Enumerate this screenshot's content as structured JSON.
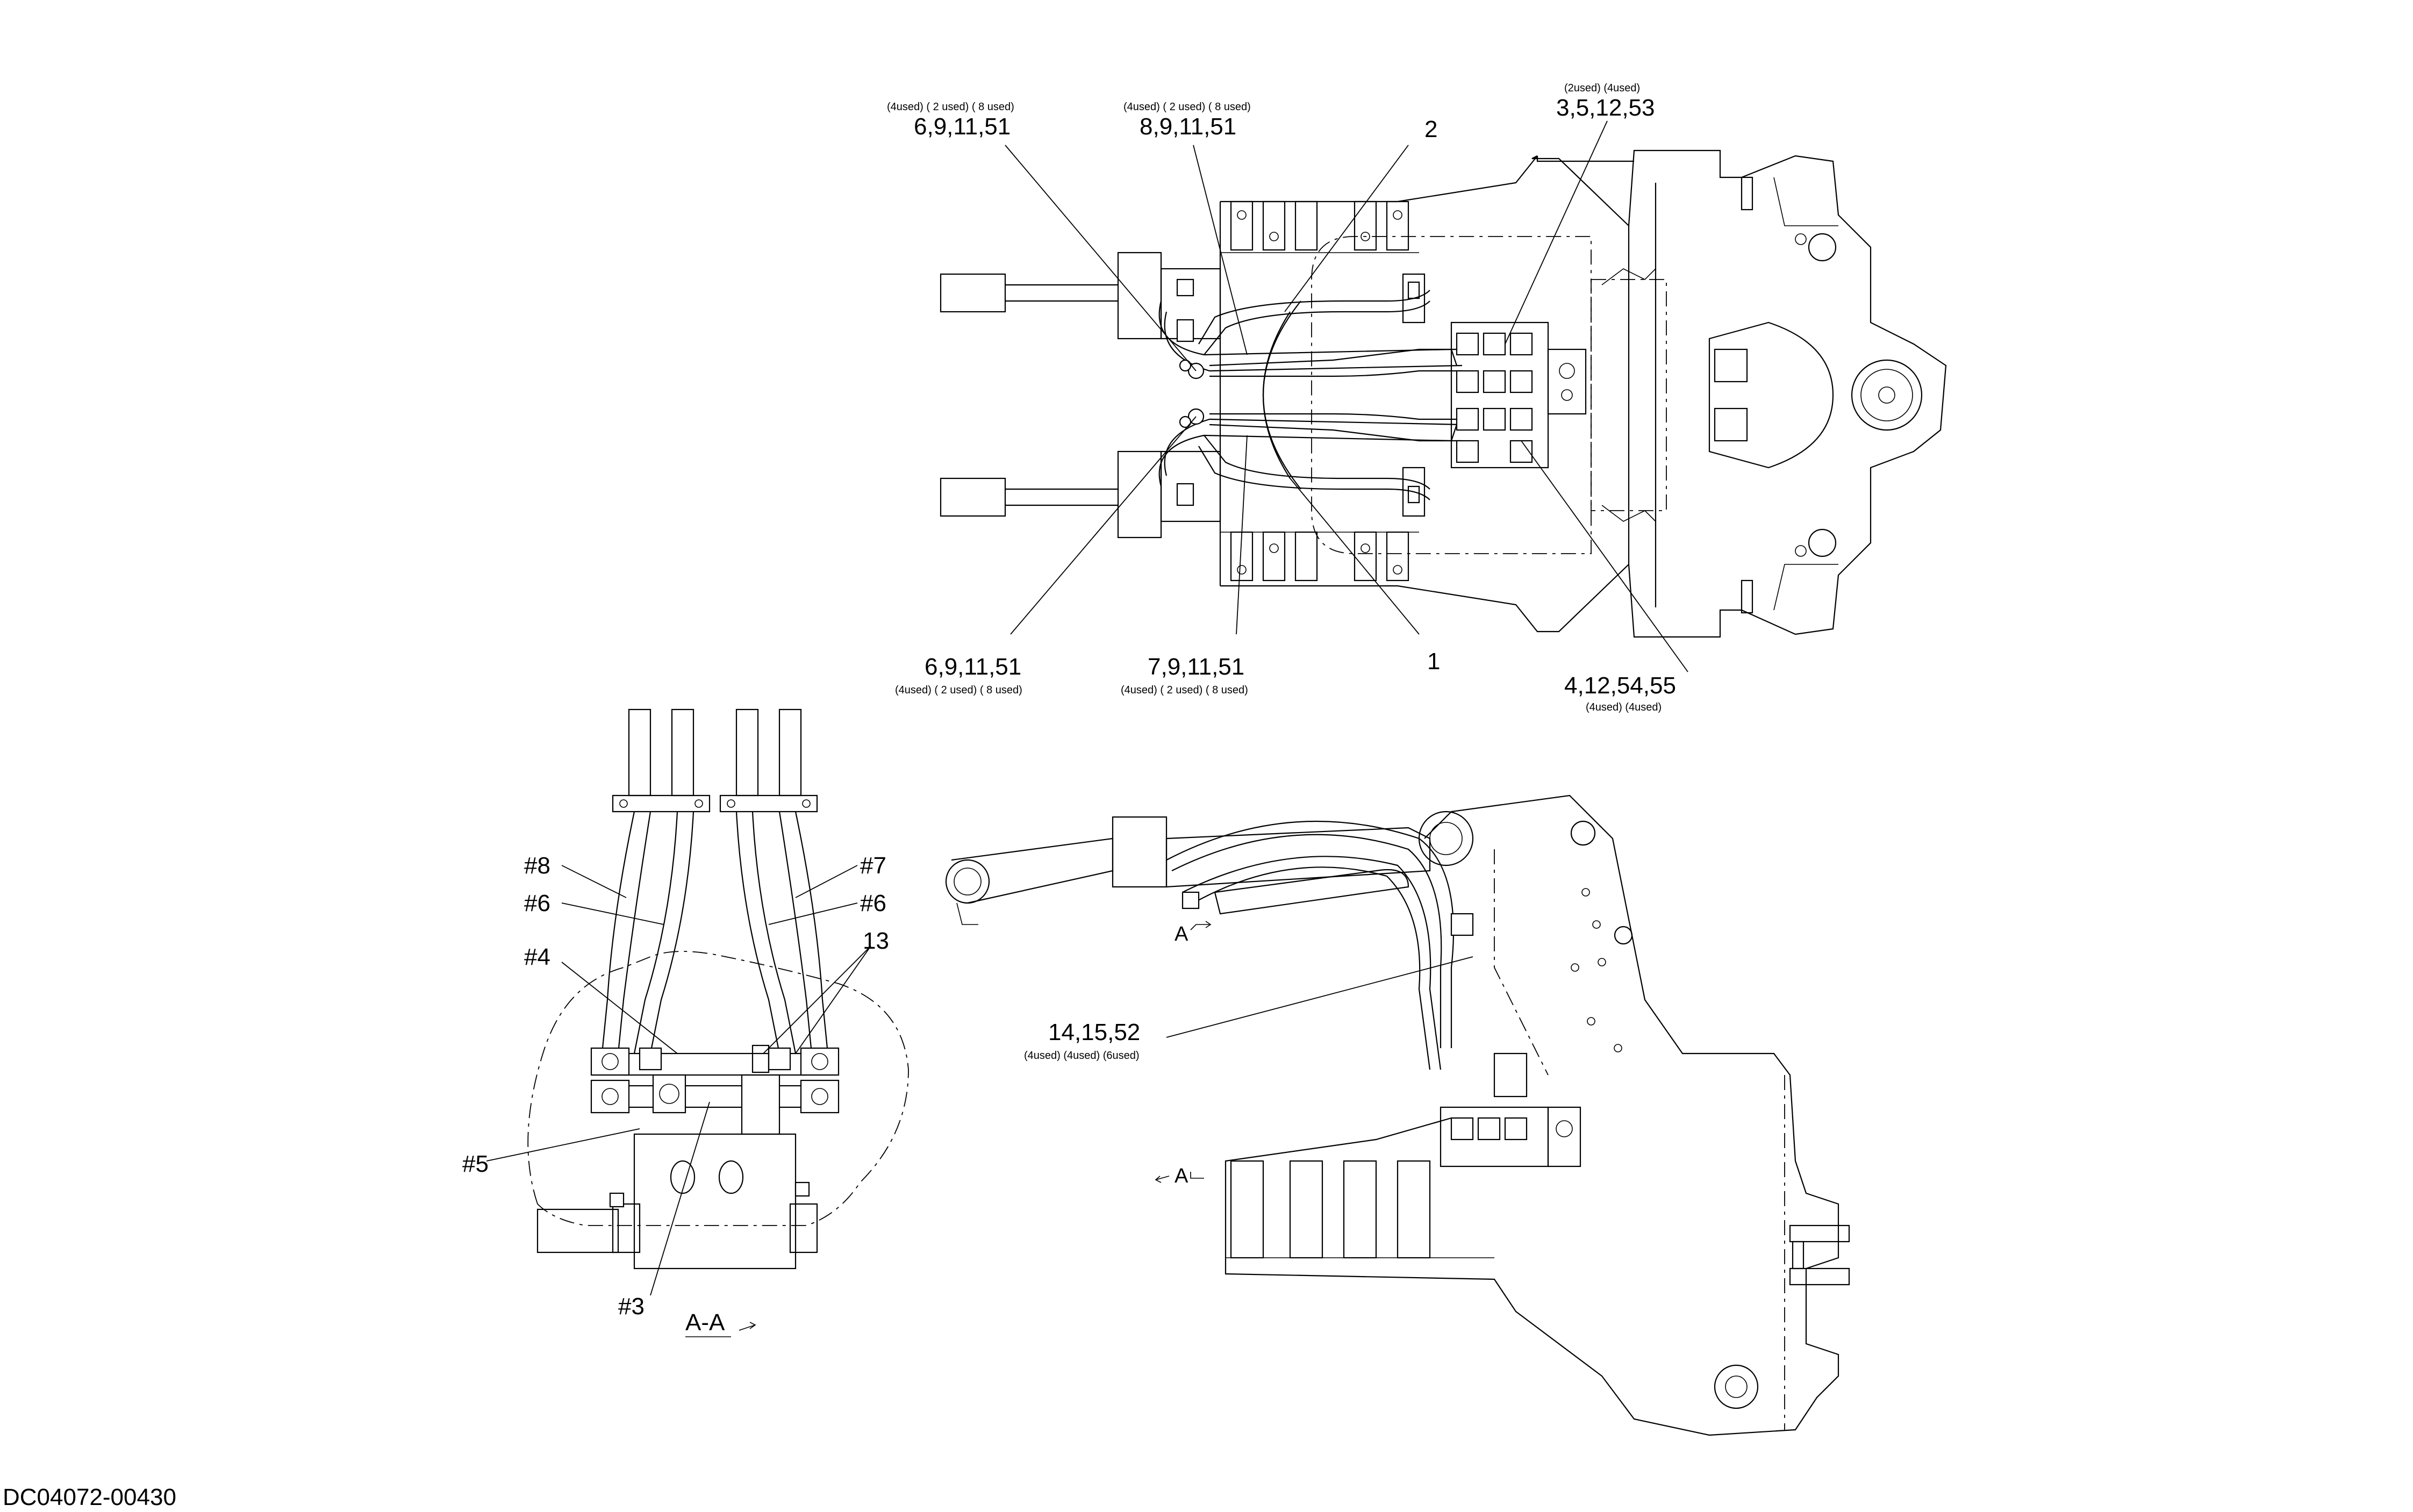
{
  "drawing_id": "DC04072-00430",
  "section_label": "A-A",
  "section_marks": [
    "A",
    "A"
  ],
  "top_view": {
    "callout_top_left": {
      "parts": "6,9,11,51",
      "qty": "(4used)  ( 2 used)  ( 8 used)"
    },
    "callout_top_mid": {
      "parts": "8,9,11,51",
      "qty": "(4used)  ( 2 used)  ( 8 used)"
    },
    "callout_top_right": {
      "parts": "3,5,12,53",
      "qty": "(2used)  (4used)"
    },
    "callout_2": {
      "parts": "2"
    },
    "callout_bottom_left": {
      "parts": "6,9,11,51",
      "qty": "(4used)  ( 2 used)  ( 8 used)"
    },
    "callout_bottom_mid": {
      "parts": "7,9,11,51",
      "qty": "(4used)  ( 2 used)  ( 8 used)"
    },
    "callout_1": {
      "parts": "1"
    },
    "callout_bottom_right": {
      "parts": "4,12,54,55",
      "qty": "(4used)  (4used)"
    }
  },
  "section_view": {
    "labels": [
      "#8",
      "#6",
      "#4",
      "#5",
      "#3",
      "#7",
      "#6",
      "13"
    ]
  },
  "side_view": {
    "callout": {
      "parts": "14,15,52",
      "qty": "(4used)  (4used)  (6used)"
    }
  },
  "colors": {
    "line": "#000000",
    "background": "#ffffff"
  }
}
